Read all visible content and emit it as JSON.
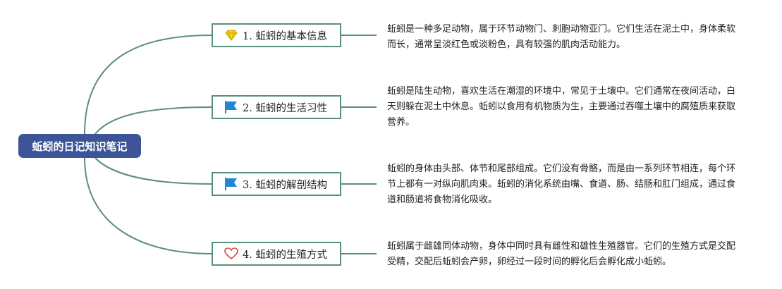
{
  "root": {
    "title": "蚯蚓的日记知识笔记"
  },
  "topics": [
    {
      "label": "1. 蚯蚓的基本信息",
      "icon": "diamond-icon",
      "description": "蚯蚓是一种多足动物，属于环节动物门、刺胞动物亚门。它们生活在泥土中，身体柔软而长，通常呈淡红色或淡粉色，具有较强的肌肉活动能力。"
    },
    {
      "label": "2. 蚯蚓的生活习性",
      "icon": "flag-icon",
      "description": "蚯蚓是陆生动物，喜欢生活在潮湿的环境中，常见于土壤中。它们通常在夜间活动，白天则躲在泥土中休息。蚯蚓以食用有机物质为生，主要通过吞噬土壤中的腐殖质来获取营养。"
    },
    {
      "label": "3. 蚯蚓的解剖结构",
      "icon": "flag-icon",
      "description": "蚯蚓的身体由头部、体节和尾部组成。它们没有骨骼，而是由一系列环节相连，每个环节上都有一对纵向肌肉束。蚯蚓的消化系统由嘴、食道、肠、结肠和肛门组成，通过食道和肠道将食物消化吸收。"
    },
    {
      "label": "4. 蚯蚓的生殖方式",
      "icon": "heart-icon",
      "description": "蚯蚓属于雌雄同体动物，身体中同时具有雌性和雄性生殖器官。它们的生殖方式是交配受精，交配后蚯蚓会产卵，卵经过一段时间的孵化后会孵化成小蚯蚓。"
    }
  ],
  "colors": {
    "root_fill": "#3d5598",
    "connector": "#5a8f7b",
    "diamond_icon": "#f2d21b",
    "flag_icon": "#1e88d4",
    "heart_icon": "#d9463e"
  }
}
